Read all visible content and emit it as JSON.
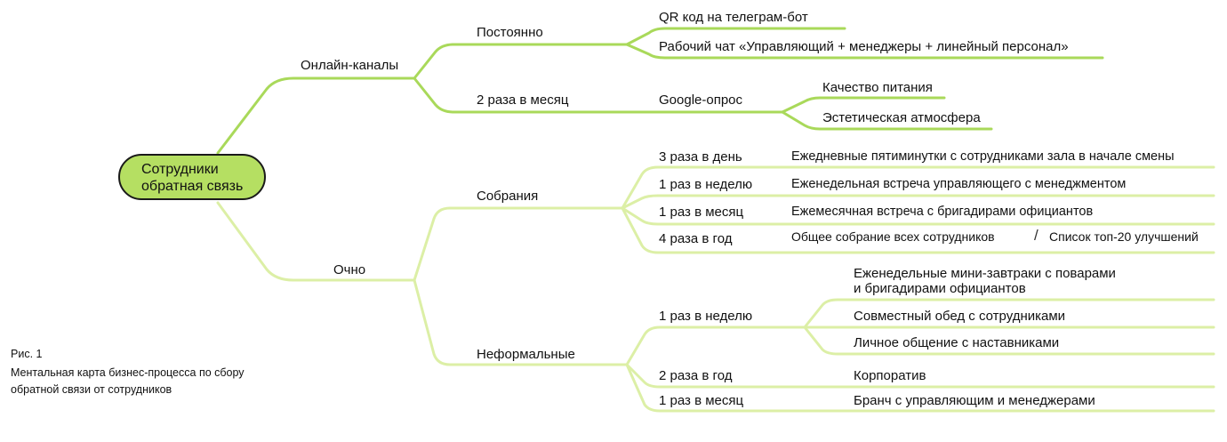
{
  "colors": {
    "main_branch": "#a9d95a",
    "sub_branch": "#dcefa6",
    "root_fill": "#b5df62"
  },
  "root": {
    "line1": "Сотрудники",
    "line2": "обратная связь"
  },
  "online": {
    "label": "Онлайн-каналы",
    "always": {
      "label": "Постоянно",
      "items": [
        "QR код на телеграм-бот",
        "Рабочий чат «Управляющий + менеджеры + линейный персонал»"
      ]
    },
    "twice_month": {
      "label": "2 раза в месяц",
      "tool": "Google-опрос",
      "items": [
        "Качество питания",
        "Эстетическая атмосфера"
      ]
    }
  },
  "offline": {
    "label": "Очно",
    "meetings": {
      "label": "Собрания",
      "rows": [
        {
          "freq": "3 раза в день",
          "text": "Ежедневные пятиминутки с сотрудниками зала в начале смены"
        },
        {
          "freq": "1 раз в неделю",
          "text": "Еженедельная встреча управляющего с менеджментом"
        },
        {
          "freq": "1 раз в месяц",
          "text": "Ежемесячная встреча с бригадирами официантов"
        },
        {
          "freq": "4 раза в год",
          "text": "Общее собрание всех сотрудников",
          "extra": "Список топ-20 улучшений",
          "separator": "/"
        }
      ]
    },
    "informal": {
      "label": "Неформальные",
      "weekly": {
        "freq": "1 раз в неделю",
        "items": [
          "Еженедельные мини-завтраки с поварами",
          "и бригадирами официантов",
          "Совместный обед с сотрудниками",
          "Личное общение с наставниками"
        ]
      },
      "rows": [
        {
          "freq": "2 раза в год",
          "text": "Корпоратив"
        },
        {
          "freq": "1 раз в месяц",
          "text": "Бранч с управляющим и менеджерами"
        }
      ]
    }
  },
  "caption": {
    "line1": "Рис. 1",
    "line2": "Ментальная карта бизнес-процесса по сбору",
    "line3": "обратной связи от сотрудников"
  }
}
